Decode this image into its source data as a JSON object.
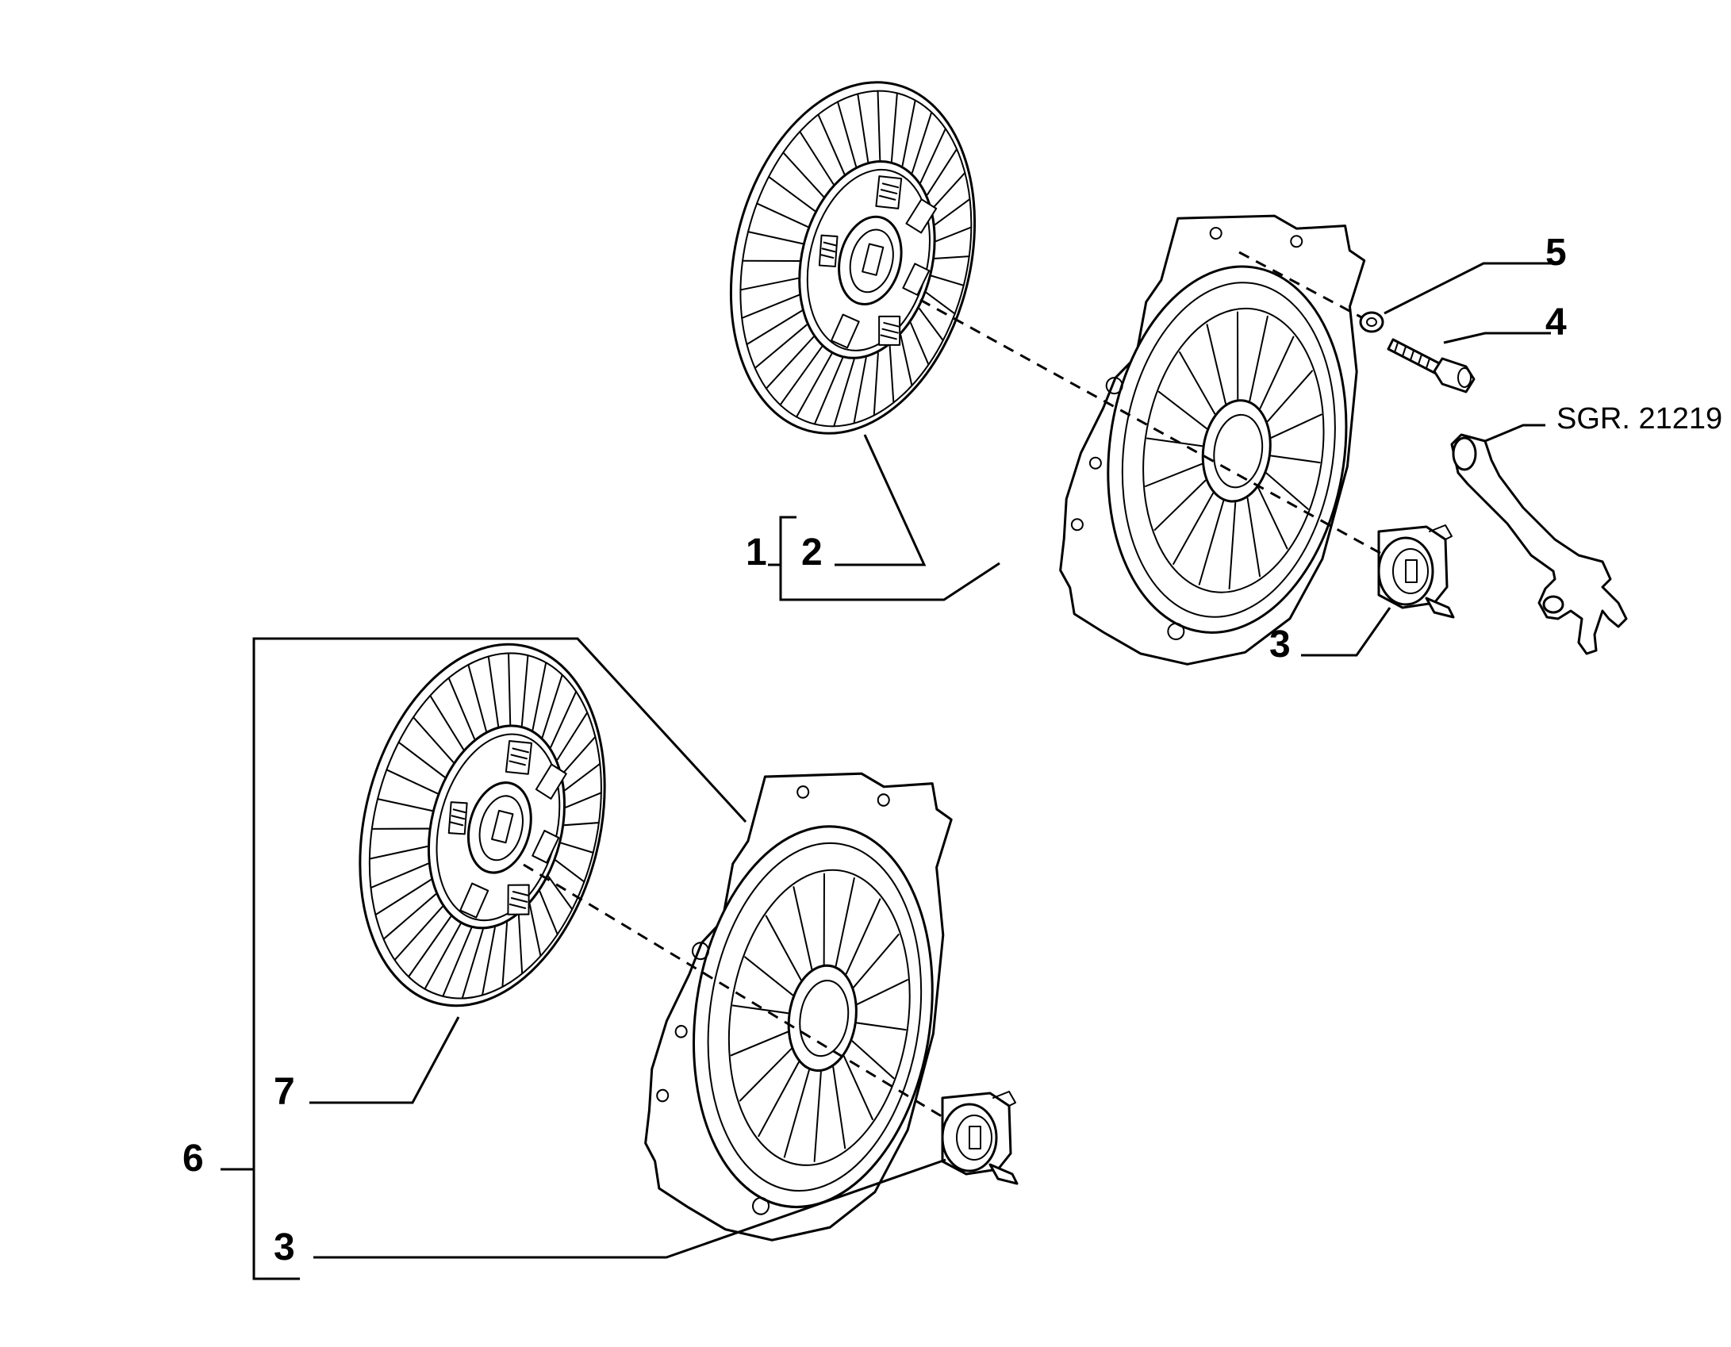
{
  "callouts": {
    "c1": "1",
    "c2": "2",
    "c3_upper": "3",
    "c4": "4",
    "c5": "5",
    "c6": "6",
    "c7": "7",
    "c3_lower": "3"
  },
  "reference": {
    "sgr": "SGR. 21219"
  }
}
